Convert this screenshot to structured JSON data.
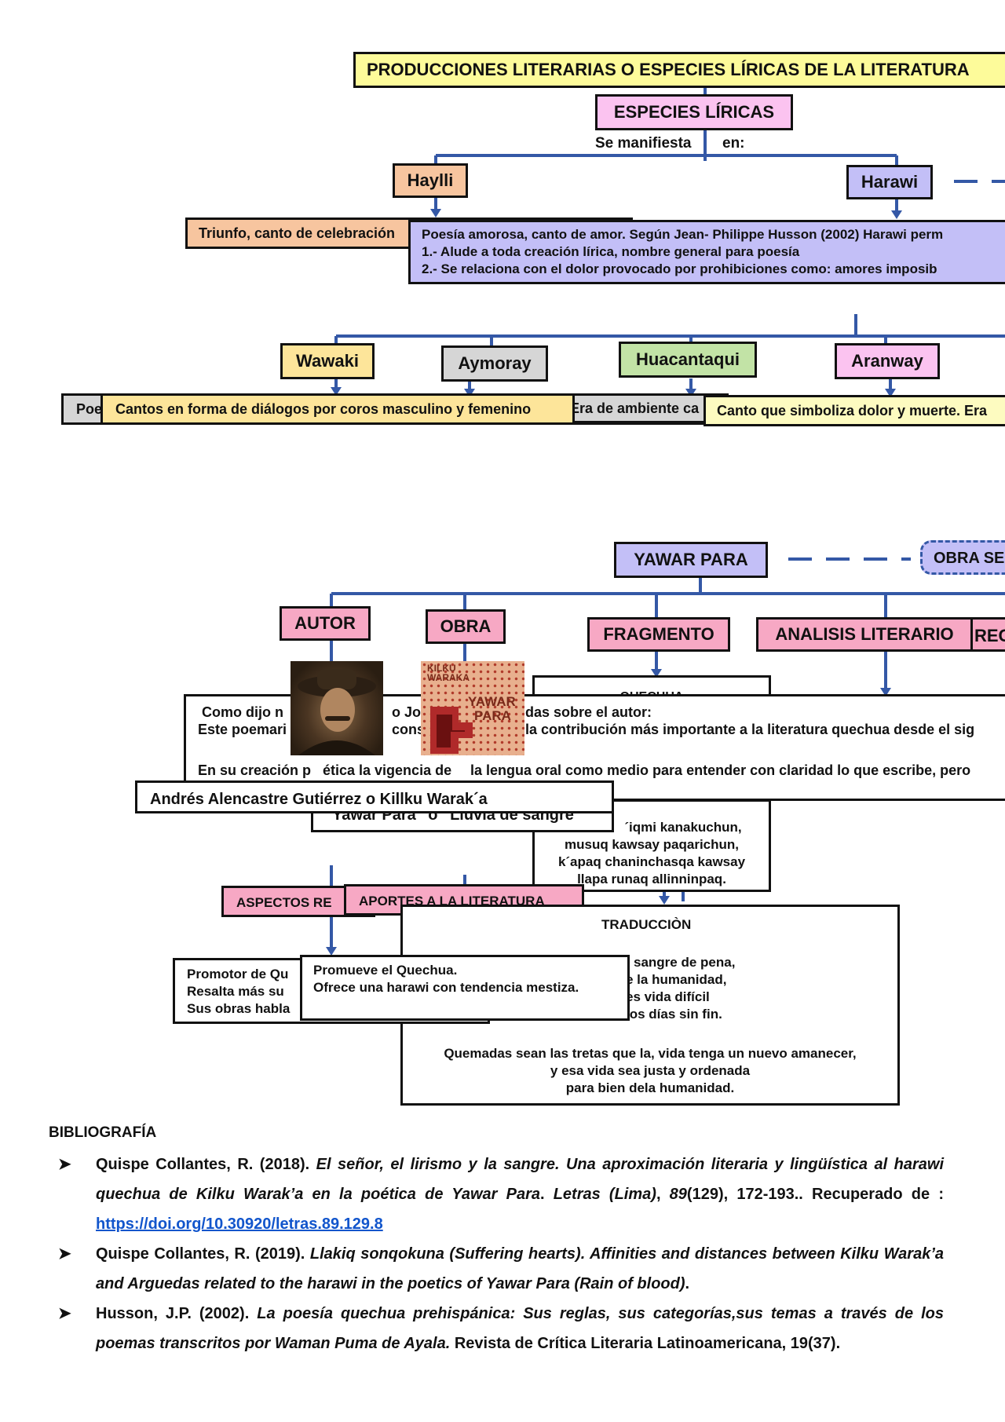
{
  "map1": {
    "title": "PRODUCCIONES LITERARIAS O ESPECIES LÍRICAS DE LA LITERATURA",
    "especies": "ESPECIES LÍRICAS",
    "se_manifiesta": "Se manifiesta",
    "en": "en:",
    "haylli": "Haylli",
    "harawi": "Harawi",
    "haylli_desc": "Triunfo, canto de celebración",
    "harawi_desc": [
      "Poesía amorosa, canto de amor. Según Jean- Philippe Husson (2002) Harawi perm",
      "1.- Alude a toda creación lírica, nombre general para poesía",
      "2.- Se relaciona con el dolor provocado por prohibiciones como: amores imposib"
    ],
    "wawaki": "Wawaki",
    "aymoray": "Aymoray",
    "huacantaqui": "Huacantaqui",
    "aranway": "Aranway",
    "grey_left": "Poe",
    "wawaki_desc": "Cantos en forma de diálogos por coros masculino y femenino",
    "huacantaqui_desc": "Era de ambiente ca",
    "aranway_desc": "Canto que simboliza dolor y muerte. Era"
  },
  "map2": {
    "yawar_para": "YAWAR PARA",
    "obra_se": "OBRA SE",
    "autor": "AUTOR",
    "obra": "OBRA",
    "fragmento": "FRAGMENTO",
    "analisis": "ANALISIS LITERARIO",
    "rec": "REC",
    "quechua": "QUECHUA",
    "analysis_lines": [
      "Como dijo n",
      "o Jos",
      "das sobre el autor:",
      "Este poemari",
      "cons",
      "la contribución más importante a la literatura quechua desde el sig",
      "En su creación p",
      "ética la vigencia de",
      "la lengua oral como medio para entender con claridad lo que escribe, pero"
    ],
    "author_name": "Andrés Alencastre Gutiérrez o Killku Warak´a",
    "obra_name": "“Yawar Para” o “Lluvia de sangre”",
    "quechua_lines": [
      "´iqmi kanakuchun,",
      "musuq  kawsay paqarichun,",
      "k´apaq chaninchasqa kawsay",
      "llapa runaq allinninpaq."
    ],
    "aspectos": "ASPECTOS RE",
    "aportes": "APORTES A LA LITERATURA",
    "traduccion": "TRADUCCIÒN",
    "promotor_lines": [
      "Promotor de Qu",
      "Resalta más su",
      "Sus obras habla"
    ],
    "aportes_lines": [
      "Promueve el Quechua.",
      "Ofrece una harawi con tendencia mestiza."
    ],
    "trad_lines": [
      "sangre de pena,",
      "e la humanidad,",
      "es vida difícil",
      "los días sin fin."
    ],
    "trad_lines2": [
      "Quemadas sean las tretas que la, vida tenga un nuevo amanecer,",
      "y esa vida sea justa y ordenada",
      "para bien dela humanidad."
    ],
    "book_title_1": "KILKU",
    "book_title_2": "WARAKA",
    "book_title_3": "YAWAR",
    "book_title_4": "PARA"
  },
  "bibliography": {
    "title": "BIBLIOGRAFÍA",
    "entries": [
      {
        "lead": "Quispe Collantes, R. (2018).",
        "italic": "El señor, el lirismo y la sangre. Una aproximación literaria y lingüística al harawi quechua de Kilku Warak’a en la poética de Yawar Para",
        "rest1": ". ",
        "journal": "Letras (Lima)",
        "sep": ", ",
        "volume": "89",
        "rest2": "(129),  172-193.. Recuperado de : ",
        "link": "https://doi.org/10.30920/letras.89.129.8"
      },
      {
        "lead": "Quispe Collantes, R. (2019).",
        "italic": "Llakiq sonqokuna (Suffering hearts). Affinities and distances between Kilku Warak’a and Arguedas related to the harawi in the poetics of Yawar Para (Rain of blood)",
        "rest": "."
      },
      {
        "lead": "Husson, J.P. (2002).",
        "italic": "La poesía quechua prehispánica: Sus reglas, sus categorías,sus temas a través de los poemas transcritos por Waman Puma de Ayala.",
        "rest": "Revista de Crítica Literaria Latinoamericana, 19(37)."
      }
    ]
  },
  "colors": {
    "line": "#3458a6",
    "pink": "#f7a8c4",
    "lavender": "#c3bff7",
    "yellow": "#fdfb9a",
    "link": "#1155cc"
  }
}
